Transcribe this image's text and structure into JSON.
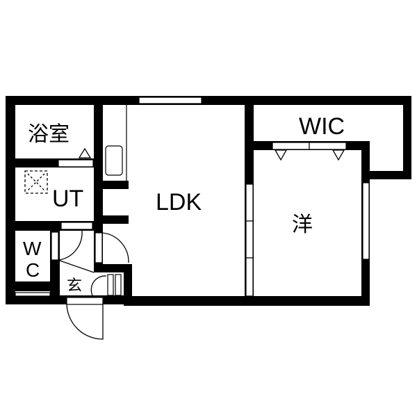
{
  "rooms": {
    "bath": "浴室",
    "utility": "UT",
    "wc_top": "W",
    "wc_bottom": "C",
    "entrance": "玄",
    "ldk": "LDK",
    "western_room": "洋",
    "wic": "WIC"
  },
  "colors": {
    "wall": "#000000",
    "background": "#ffffff"
  }
}
